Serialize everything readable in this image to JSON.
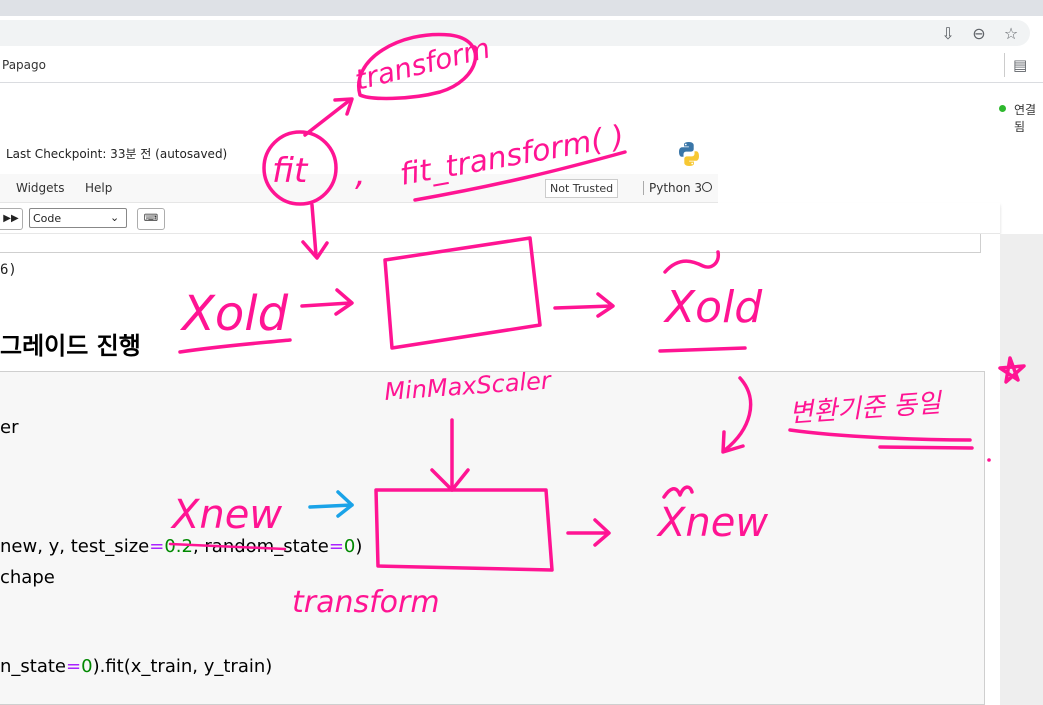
{
  "browser": {
    "bookmark": "Papago",
    "icons": [
      "download-icon",
      "zoom-icon",
      "star-icon"
    ]
  },
  "header": {
    "checkpoint": "Last Checkpoint: 33분 전   (autosaved)",
    "kernel_status": "연결됨"
  },
  "menubar": {
    "items": [
      "Widgets",
      "Help"
    ],
    "trust": "Not Trusted",
    "kernel": "Python 3"
  },
  "toolbar": {
    "cell_type": "Code"
  },
  "notebook": {
    "output_tail": "6)",
    "heading": "그레이드 진행",
    "code_lines": [
      "er",
      "new, y, test_size",
      "0.2",
      ", random_state",
      "0",
      ")",
      "chape",
      "n_state",
      "0",
      ").fit(x_train, y_train)"
    ],
    "operator": "="
  },
  "annotations": {
    "transform_top": "transform",
    "fit": "fit",
    "comma": ",",
    "fit_transform": "fit_transform( )",
    "x_old_left": "Xold",
    "scaler": "MinMaxScaler",
    "x_old_right": "Xold",
    "korean_note": "변환기준 동일",
    "x_new_left": "Xnew",
    "x_new_right": "Xnew",
    "transform_bottom": "transform"
  },
  "colors": {
    "ink": "#ff1493",
    "arrow_blue": "#1aa3e8",
    "kernel_green": "#2eb82e"
  }
}
